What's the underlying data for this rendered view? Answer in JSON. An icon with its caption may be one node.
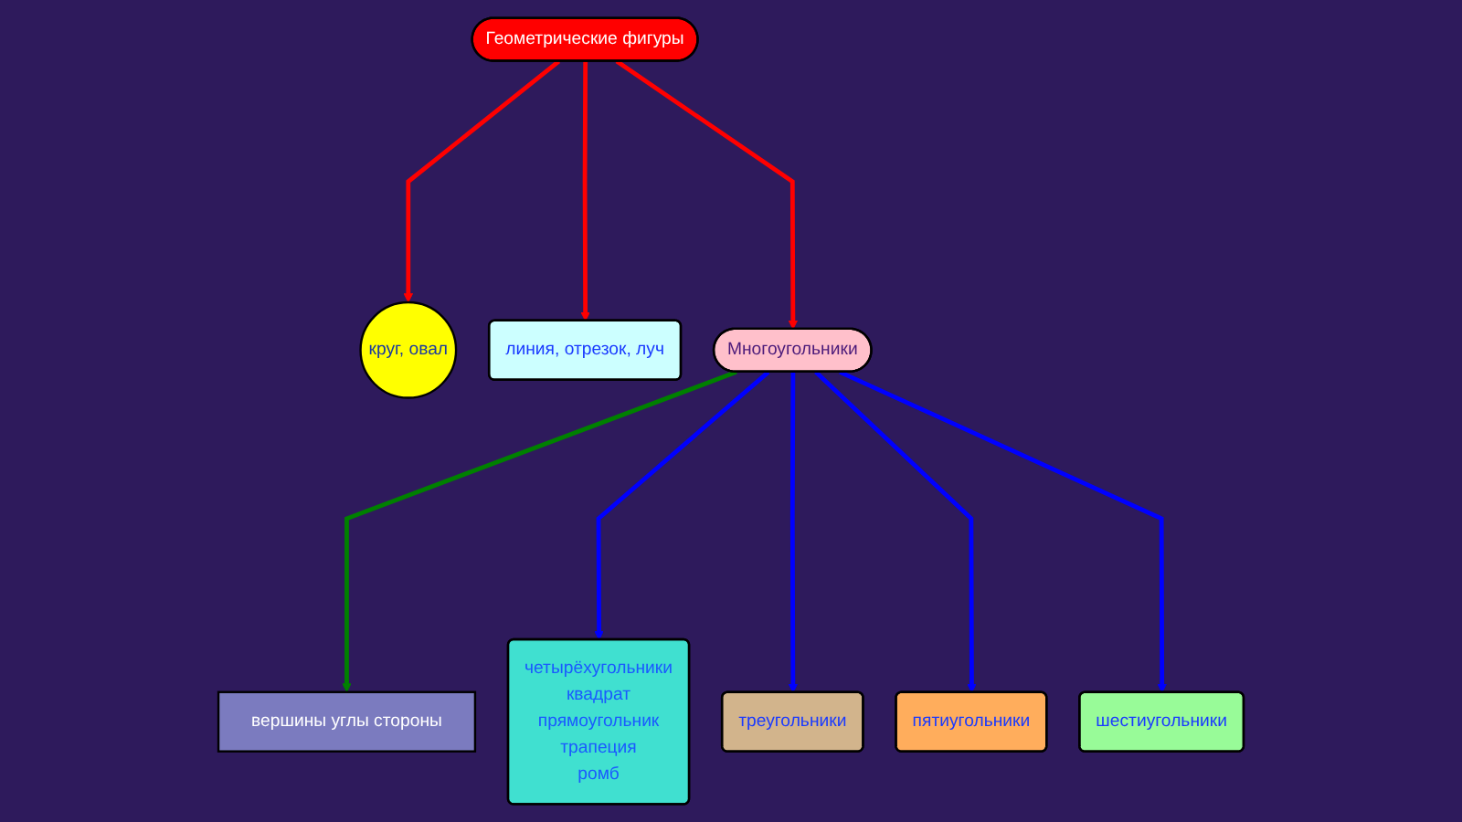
{
  "diagram": {
    "nodes": [
      {
        "text": [
          "Геометрические фигуры"
        ]
      },
      {
        "text": [
          "круг, овал"
        ]
      },
      {
        "text": [
          "линия, отрезок, луч"
        ]
      },
      {
        "text": [
          "Многоугольники"
        ]
      },
      {
        "text": [
          "вершины углы стороны"
        ]
      },
      {
        "text": [
          "четырёхугольники",
          "квадрат",
          "прямоугольник",
          "трапеция",
          "ромб"
        ]
      },
      {
        "text": [
          "треугольники"
        ]
      },
      {
        "text": [
          "пятиугольники"
        ]
      },
      {
        "text": [
          "шестиугольники"
        ]
      }
    ],
    "edges": [
      {
        "from": 0,
        "to": 1,
        "arrow": "to",
        "color": "#ff0000"
      },
      {
        "from": 0,
        "to": 2,
        "arrow": "to",
        "color": "#ff0000"
      },
      {
        "from": 0,
        "to": 3,
        "arrow": "to",
        "color": "#ff0000"
      },
      {
        "from": 3,
        "to": 4,
        "arrow": "to",
        "color": "#008000"
      },
      {
        "from": 3,
        "to": 5,
        "arrow": "to"
      },
      {
        "from": 3,
        "to": 6,
        "arrow": "to"
      },
      {
        "from": 3,
        "to": 7,
        "arrow": "to"
      },
      {
        "from": 3,
        "to": 8,
        "arrow": "to"
      }
    ]
  }
}
